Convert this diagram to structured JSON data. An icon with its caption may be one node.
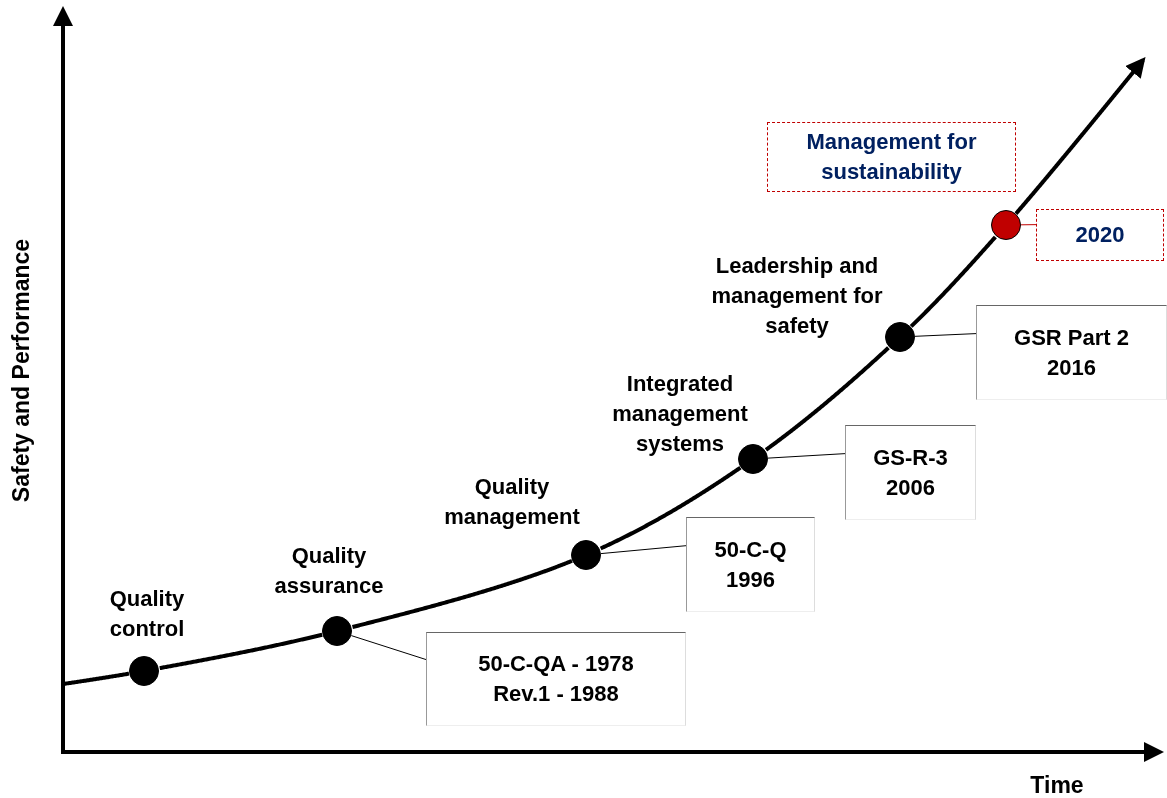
{
  "diagram": {
    "nodes": [
      {
        "text": [],
        "shape": "circle",
        "beside": [
          "Quality control"
        ]
      },
      {
        "text": [],
        "shape": "circle",
        "beside": [
          "Quality assurance"
        ]
      },
      {
        "text": [
          "50-C-QA - 1978 Rev.1 - 1988"
        ]
      },
      {
        "text": [],
        "shape": "circle",
        "beside": [
          "Quality management"
        ]
      },
      {
        "text": [
          "50-C-Q 1996"
        ]
      },
      {
        "text": [],
        "shape": "circle",
        "beside": [
          "Integrated management systems"
        ]
      },
      {
        "text": [
          "GS-R-3 2006"
        ]
      },
      {
        "text": [],
        "shape": "circle",
        "beside": [
          "Leadership and management for safety"
        ]
      },
      {
        "text": [
          "GSR Part 2 2016"
        ]
      },
      {
        "text": [
          "Management for sustainability"
        ]
      },
      {
        "text": [],
        "shape": "circle"
      },
      {
        "text": [
          "2020"
        ]
      }
    ],
    "edges": [
      {
        "from": null,
        "to": 0,
        "arrow": "none"
      },
      {
        "from": 0,
        "to": 1,
        "arrow": "none"
      },
      {
        "from": 1,
        "to": 3,
        "arrow": "none"
      },
      {
        "from": 3,
        "to": 5,
        "arrow": "none"
      },
      {
        "from": 5,
        "to": 7,
        "arrow": "none"
      },
      {
        "from": 7,
        "to": 10,
        "arrow": "none"
      },
      {
        "from": 10,
        "to": null,
        "arrow": "to"
      },
      {
        "from": 1,
        "to": 2,
        "arrow": "none"
      },
      {
        "from": 3,
        "to": 4,
        "arrow": "none"
      },
      {
        "from": 5,
        "to": 6,
        "arrow": "none"
      },
      {
        "from": 7,
        "to": 8,
        "arrow": "none"
      },
      {
        "from": 10,
        "to": 11,
        "arrow": "none",
        "color": "#c00000"
      }
    ],
    "labels": [
      "Safety and Performance",
      "Time"
    ]
  }
}
